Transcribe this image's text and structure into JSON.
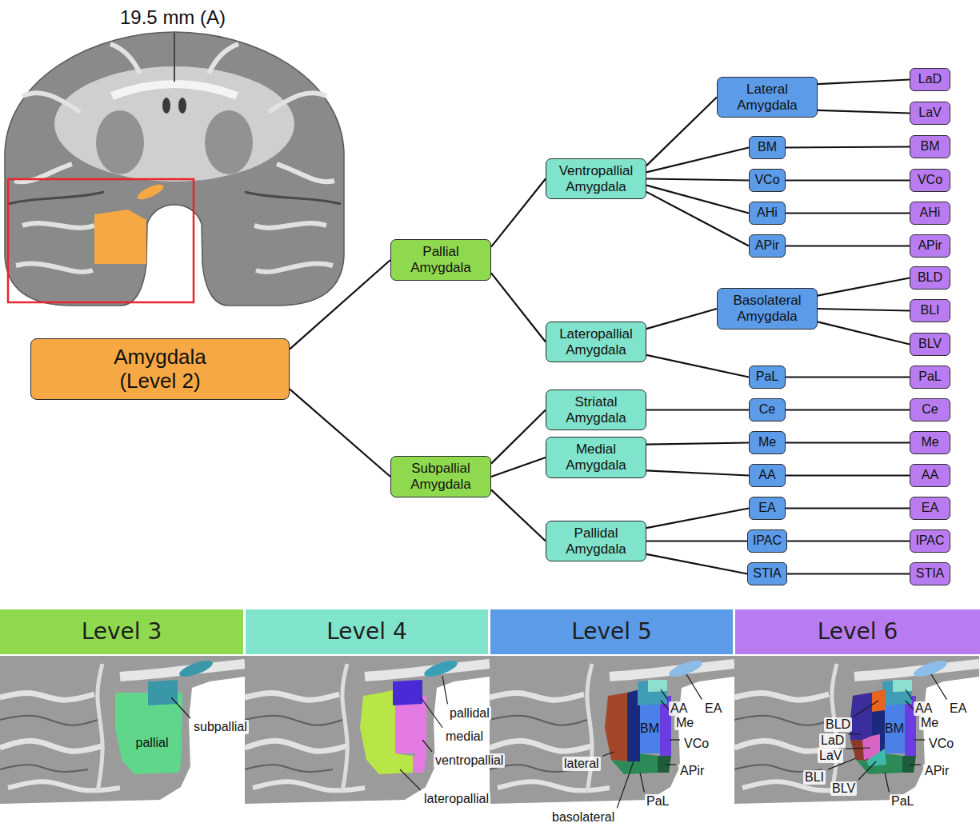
{
  "diagram": {
    "nodes": [
      {
        "text": [
          "Amygdala (Level 2)"
        ]
      },
      {
        "text": [
          "Pallial Amygdala"
        ]
      },
      {
        "text": [
          "Subpallial Amygdala"
        ]
      },
      {
        "text": [
          "Ventropallial Amygdala"
        ]
      },
      {
        "text": [
          "Lateropallial Amygdala"
        ]
      },
      {
        "text": [
          "Striatal Amygdala"
        ]
      },
      {
        "text": [
          "Medial Amygdala"
        ]
      },
      {
        "text": [
          "Pallidal Amygdala"
        ]
      },
      {
        "text": [
          "Lateral Amygdala"
        ]
      },
      {
        "text": [
          "BM"
        ]
      },
      {
        "text": [
          "VCo"
        ]
      },
      {
        "text": [
          "AHi"
        ]
      },
      {
        "text": [
          "APir"
        ]
      },
      {
        "text": [
          "Basolateral Amygdala"
        ]
      },
      {
        "text": [
          "PaL"
        ]
      },
      {
        "text": [
          "Ce"
        ]
      },
      {
        "text": [
          "Me"
        ]
      },
      {
        "text": [
          "AA"
        ]
      },
      {
        "text": [
          "EA"
        ]
      },
      {
        "text": [
          "IPAC"
        ]
      },
      {
        "text": [
          "STIA"
        ]
      },
      {
        "text": [
          "LaD"
        ]
      },
      {
        "text": [
          "LaV"
        ]
      },
      {
        "text": [
          "BM"
        ]
      },
      {
        "text": [
          "VCo"
        ]
      },
      {
        "text": [
          "AHi"
        ]
      },
      {
        "text": [
          "APir"
        ]
      },
      {
        "text": [
          "BLD"
        ]
      },
      {
        "text": [
          "BLI"
        ]
      },
      {
        "text": [
          "BLV"
        ]
      },
      {
        "text": [
          "PaL"
        ]
      },
      {
        "text": [
          "Ce"
        ]
      },
      {
        "text": [
          "Me"
        ]
      },
      {
        "text": [
          "AA"
        ]
      },
      {
        "text": [
          "EA"
        ]
      },
      {
        "text": [
          "IPAC"
        ]
      },
      {
        "text": [
          "STIA"
        ]
      },
      {
        "text": [
          "Level 3"
        ]
      },
      {
        "text": [
          "Level 4"
        ]
      },
      {
        "text": [
          "Level 5"
        ]
      },
      {
        "text": [
          "Level 6"
        ]
      }
    ],
    "edges": [
      {
        "from": 0,
        "to": 1,
        "arrow": "none"
      },
      {
        "from": 0,
        "to": 2,
        "arrow": "none"
      },
      {
        "from": 1,
        "to": 3,
        "arrow": "none"
      },
      {
        "from": 1,
        "to": 4,
        "arrow": "none"
      },
      {
        "from": 2,
        "to": 5,
        "arrow": "none"
      },
      {
        "from": 2,
        "to": 6,
        "arrow": "none"
      },
      {
        "from": 2,
        "to": 7,
        "arrow": "none"
      },
      {
        "from": 3,
        "to": 8,
        "arrow": "none"
      },
      {
        "from": 3,
        "to": 9,
        "arrow": "none"
      },
      {
        "from": 3,
        "to": 10,
        "arrow": "none"
      },
      {
        "from": 3,
        "to": 11,
        "arrow": "none"
      },
      {
        "from": 3,
        "to": 12,
        "arrow": "none"
      },
      {
        "from": 4,
        "to": 13,
        "arrow": "none"
      },
      {
        "from": 4,
        "to": 14,
        "arrow": "none"
      },
      {
        "from": 5,
        "to": 15,
        "arrow": "none"
      },
      {
        "from": 6,
        "to": 16,
        "arrow": "none"
      },
      {
        "from": 6,
        "to": 17,
        "arrow": "none"
      },
      {
        "from": 7,
        "to": 18,
        "arrow": "none"
      },
      {
        "from": 7,
        "to": 19,
        "arrow": "none"
      },
      {
        "from": 7,
        "to": 20,
        "arrow": "none"
      },
      {
        "from": 8,
        "to": 21,
        "arrow": "none"
      },
      {
        "from": 8,
        "to": 22,
        "arrow": "none"
      },
      {
        "from": 9,
        "to": 23,
        "arrow": "none"
      },
      {
        "from": 10,
        "to": 24,
        "arrow": "none"
      },
      {
        "from": 11,
        "to": 25,
        "arrow": "none"
      },
      {
        "from": 12,
        "to": 26,
        "arrow": "none"
      },
      {
        "from": 13,
        "to": 27,
        "arrow": "none"
      },
      {
        "from": 13,
        "to": 28,
        "arrow": "none"
      },
      {
        "from": 13,
        "to": 29,
        "arrow": "none"
      },
      {
        "from": 14,
        "to": 30,
        "arrow": "none"
      },
      {
        "from": 15,
        "to": 31,
        "arrow": "none"
      },
      {
        "from": 16,
        "to": 32,
        "arrow": "none"
      },
      {
        "from": 17,
        "to": 33,
        "arrow": "none"
      },
      {
        "from": 18,
        "to": 34,
        "arrow": "none"
      },
      {
        "from": 19,
        "to": 35,
        "arrow": "none"
      },
      {
        "from": 20,
        "to": 36,
        "arrow": "none"
      }
    ],
    "labels": [
      "19.5 mm (A)",
      "pallial",
      "subpallial",
      "pallidal",
      "medial",
      "ventropallial",
      "lateropallial",
      "AA",
      "EA",
      "Me",
      "BM",
      "VCo",
      "APir",
      "PaL",
      "lateral",
      "basolateral",
      "BLD",
      "AA",
      "EA",
      "LaD",
      "Me",
      "BM",
      "LaV",
      "VCo",
      "BLI",
      "BLV",
      "APir",
      "PaL"
    ]
  }
}
